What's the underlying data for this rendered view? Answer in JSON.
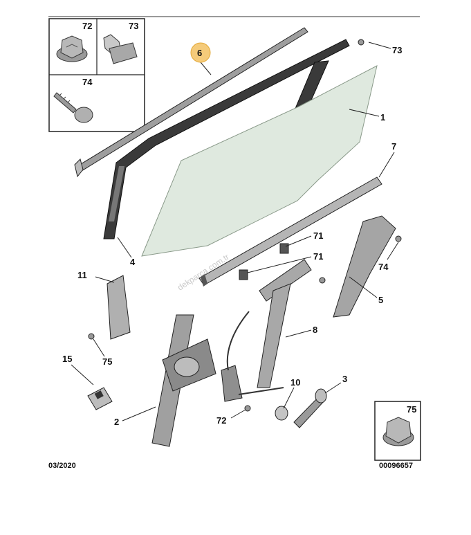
{
  "callouts": {
    "c1": "1",
    "c2": "2",
    "c3": "3",
    "c4": "4",
    "c5": "5",
    "c6": "6",
    "c7": "7",
    "c8": "8",
    "c10": "10",
    "c11": "11",
    "c15": "15",
    "c71a": "71",
    "c71b": "71",
    "c72": "72",
    "c73": "73",
    "c74": "74",
    "c75": "75"
  },
  "inset_boxes": {
    "box72": "72",
    "box73": "73",
    "box74": "74",
    "box75": "75"
  },
  "footer": {
    "date": "03/2020",
    "diagram_code": "00096657"
  },
  "watermark": "dekparca.com.tr",
  "colors": {
    "highlight": "#f5cb7a",
    "glass": "#dfe9df",
    "line": "#222222",
    "part": "#8c8c8c"
  }
}
